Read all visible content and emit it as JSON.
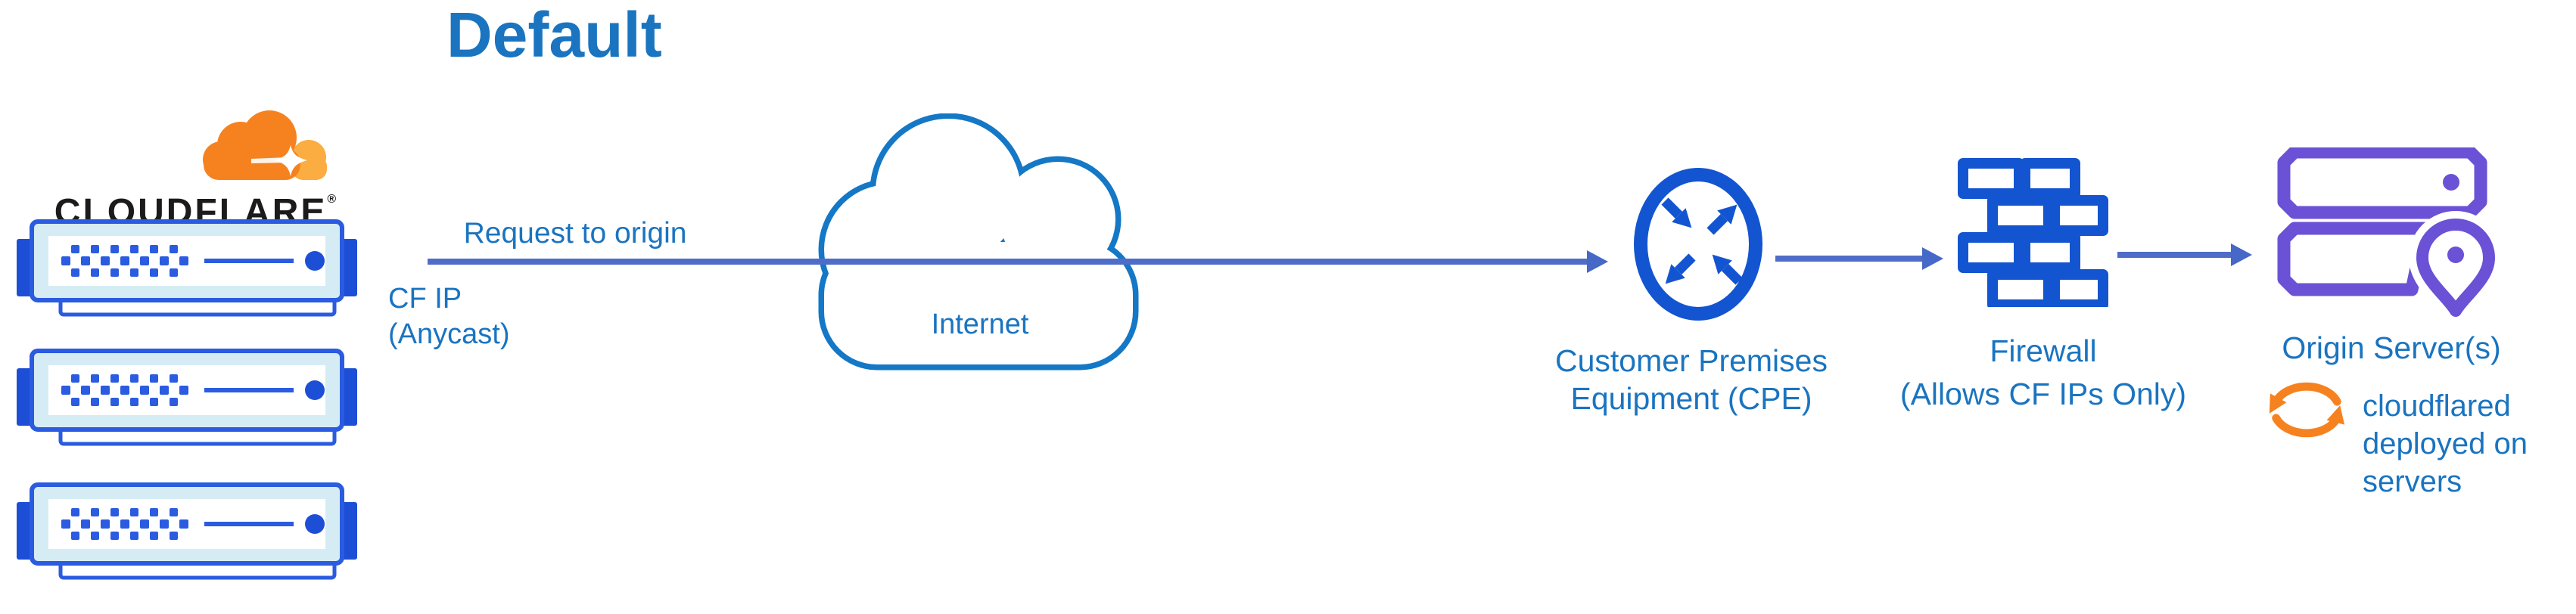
{
  "title": "Default",
  "cloudflare": {
    "wordmark": "CLOUDFLARE",
    "registered": "®"
  },
  "flow": {
    "request_label": "Request to origin",
    "ip_line1": "CF IP",
    "ip_line2": "(Anycast)"
  },
  "internet": {
    "label": "Internet"
  },
  "cpe": {
    "label_line1": "Customer Premises",
    "label_line2": "Equipment (CPE)"
  },
  "firewall": {
    "label_line1": "Firewall",
    "label_line2": "(Allows CF IPs Only)"
  },
  "origin": {
    "label": "Origin Server(s)",
    "note_line1": "cloudflared",
    "note_line2": "deployed on",
    "note_line3": "servers"
  },
  "colors": {
    "label_blue": "#1a74c0",
    "connector_blue": "#4f6dc8",
    "icon_blue": "#1355d0",
    "server_stroke_blue": "#2a5be0",
    "server_ear_blue": "#1d4fd6",
    "server_fill_light": "#d6ecf4",
    "internet_cloud_stroke": "#1478c6",
    "origin_purple": "#6b51d5",
    "brand_orange": "#f6821f",
    "brand_orange_light": "#fbad41",
    "wordmark_black": "#1b1b1b"
  }
}
